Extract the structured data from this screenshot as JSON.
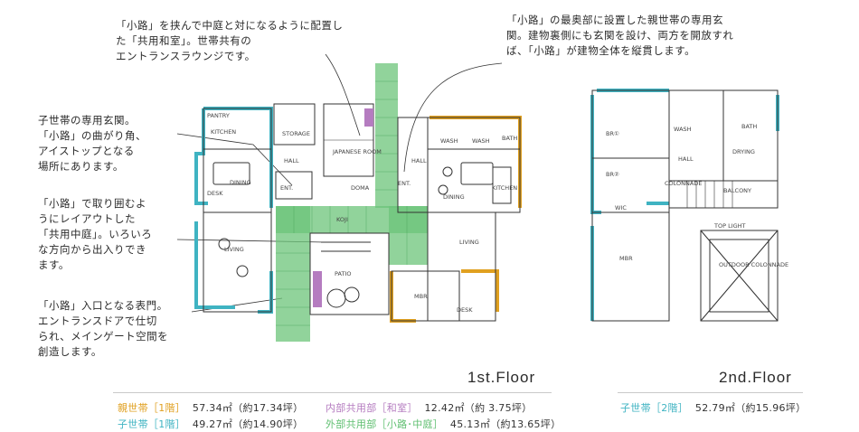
{
  "annotations": {
    "kyoyo_washitsu": "「小路」を挟んで中庭と対になるように配置した「共用和室」。世帯共有の\nエントランスラウンジです。",
    "oya_genkan": "「小路」の最奥部に設置した親世帯の専用玄\n関。建物裏側にも玄関を設け、両方を開放すれ\nば、「小路」が建物全体を縦貫します。",
    "ko_genkan": "子世帯の専用玄関。\n「小路」の曲がり角、\nアイストップとなる\n場所にあります。",
    "kyoyo_chutei": "「小路」で取り囲むよ\nうにレイアウトした\n「共用中庭」。いろいろ\nな方向から出入りでき\nます。",
    "omote_mon": "「小路」入口となる表門。\nエントランスドアで仕切\nられ、メインゲート空間を\n創造します。"
  },
  "floors": {
    "first": "1st.Floor",
    "second": "2nd.Floor"
  },
  "legend": {
    "oya": {
      "label": "親世帯［1階］",
      "value": "57.34㎡（約17.34坪）",
      "color": "#e0a020"
    },
    "ko1": {
      "label": "子世帯［1階］",
      "value": "49.27㎡（約14.90坪）",
      "color": "#3fb3c2"
    },
    "naibu": {
      "label": "内部共用部［和室］",
      "value": "12.42㎡（約 3.75坪）",
      "color": "#b57cc0"
    },
    "gaibu": {
      "label": "外部共用部［小路･中庭］",
      "value": "45.13㎡（約13.65坪）",
      "color": "#5fbf70"
    },
    "ko2": {
      "label": "子世帯［2階］",
      "value": "52.79㎡（約15.96坪）",
      "color": "#3fb3c2"
    }
  },
  "rooms_first": {
    "pantry": "PANTRY",
    "kitchen_l": "KITCHEN",
    "hall_l": "HALL",
    "dining_l": "DINING",
    "desk_l": "DESK",
    "ent_l": "ENT.",
    "living_l": "LIVING",
    "japanese": "JAPANESE ROOM",
    "doma": "DOMA",
    "koji": "KOJI",
    "patio": "PATIO",
    "storage": "STORAGE",
    "wash_l": "WASH",
    "hall_r": "HALL",
    "ent_r": "ENT.",
    "wash_r": "WASH",
    "kitchen_r": "KITCHEN",
    "dining_r": "DINING",
    "living_r": "LIVING",
    "mbr": "MBR",
    "desk_r": "DESK",
    "bath": "BATH"
  },
  "rooms_second": {
    "br1": "BR①",
    "br2": "BR②",
    "wash": "WASH",
    "bath": "BATH",
    "hall": "HALL",
    "drying": "DRYING",
    "colonnade": "COLONNADE",
    "balcony": "BALCONY",
    "wic": "WIC",
    "top_light": "TOP LIGHT",
    "mbr": "MBR",
    "outdoor": "OUTDOOR COLONNADE"
  }
}
